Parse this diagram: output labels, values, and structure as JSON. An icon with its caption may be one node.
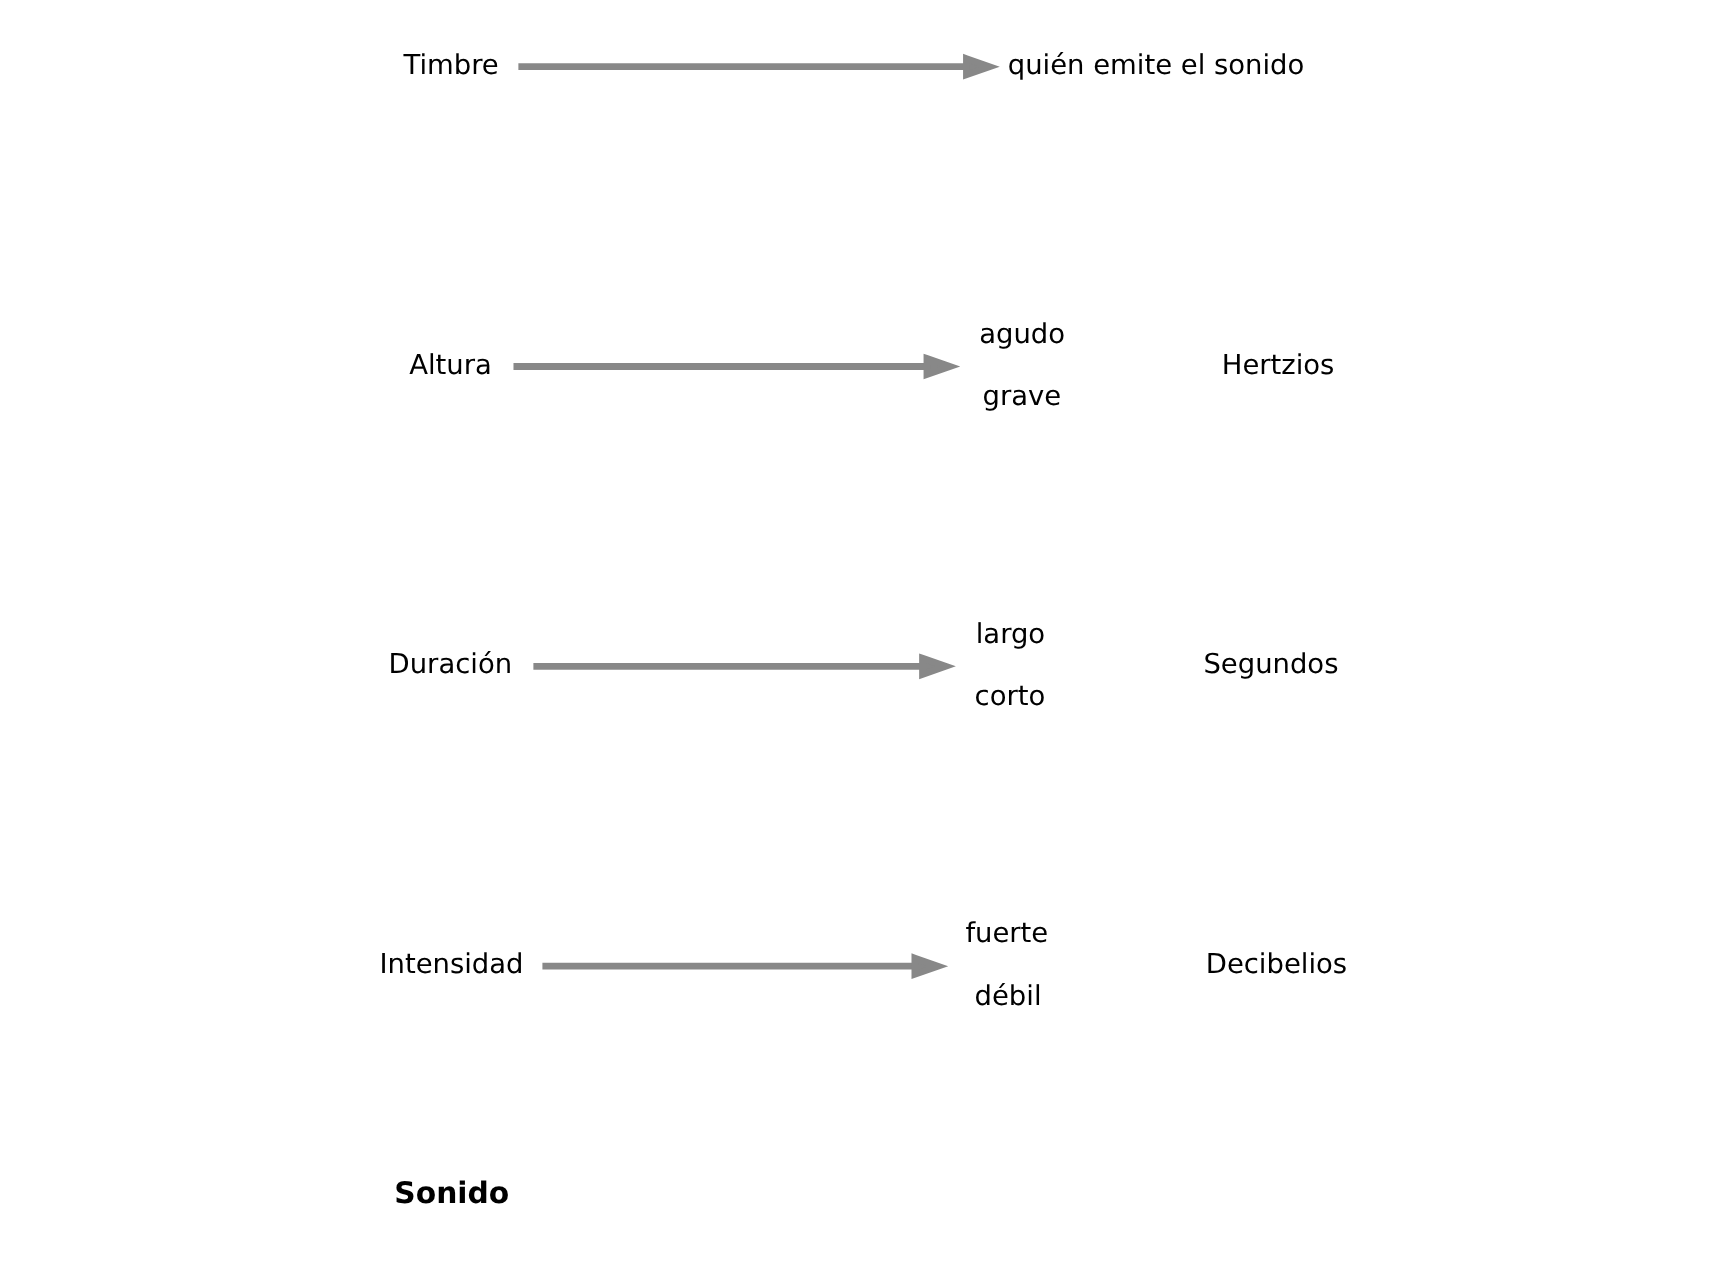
{
  "diagram": {
    "nodes": [
      {
        "text": [
          "Intensidad"
        ]
      },
      {
        "text": [
          "fuerte",
          "débil"
        ],
        "beside": [
          "Decibelios"
        ]
      },
      {
        "text": [
          "Duración"
        ]
      },
      {
        "text": [
          "largo",
          "corto"
        ],
        "beside": [
          "Segundos"
        ]
      },
      {
        "text": [
          "Altura"
        ]
      },
      {
        "text": [
          "agudo",
          "grave"
        ],
        "beside": [
          "Hertzios"
        ]
      },
      {
        "text": [
          "Timbre"
        ]
      },
      {
        "text": [
          "quién emite el sonido"
        ]
      }
    ],
    "edges": [
      {
        "from": 0,
        "to": 1,
        "arrow": "to"
      },
      {
        "from": 2,
        "to": 3,
        "arrow": "to"
      },
      {
        "from": 4,
        "to": 5,
        "arrow": "to"
      },
      {
        "from": 6,
        "to": 7,
        "arrow": "to"
      }
    ],
    "labels": [
      "Sonido"
    ]
  }
}
